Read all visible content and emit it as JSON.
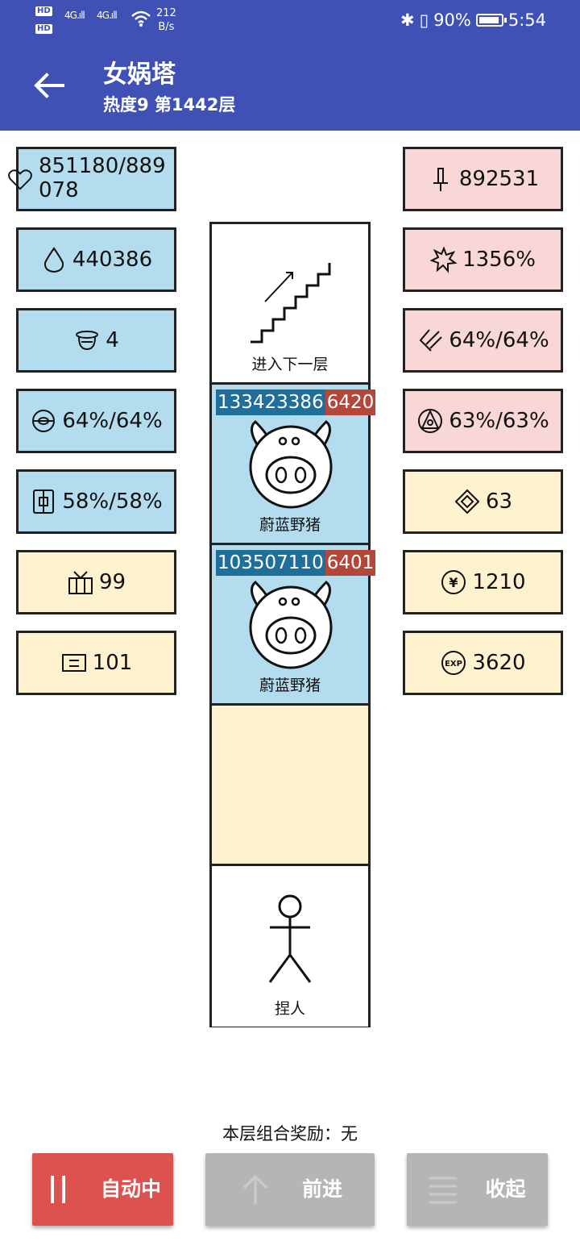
{
  "status_bar": {
    "hd1": "HD",
    "hd2": "HD",
    "sig1": "4G",
    "sig2": "4G",
    "net_speed": "212",
    "net_unit": "B/s",
    "battery": "90%",
    "time": "5:54"
  },
  "header": {
    "title": "女娲塔",
    "subtitle": "热度9 第1442层"
  },
  "left_stats": [
    {
      "icon": "heart-icon",
      "value": "851180/889078"
    },
    {
      "icon": "drop-icon",
      "value": "440386"
    },
    {
      "icon": "helmet-icon",
      "value": "4"
    },
    {
      "icon": "orb-icon",
      "value": "64%/64%"
    },
    {
      "icon": "shield-icon",
      "value": "58%/58%"
    },
    {
      "icon": "chest-icon",
      "value": "99"
    },
    {
      "icon": "scroll-icon",
      "value": "101"
    }
  ],
  "right_stats": [
    {
      "icon": "sword-icon",
      "value": "892531"
    },
    {
      "icon": "burst-icon",
      "value": "1356%"
    },
    {
      "icon": "slash-icon",
      "value": "64%/64%"
    },
    {
      "icon": "triangle-circle-icon",
      "value": "63%/63%"
    },
    {
      "icon": "diamond-icon",
      "value": "63"
    },
    {
      "icon": "coin-icon",
      "value": "1210"
    },
    {
      "icon": "exp-icon",
      "value": "3620"
    }
  ],
  "tower": {
    "stairs_label": "进入下一层",
    "enemy1": {
      "name": "蔚蓝野猪",
      "hp": "133423386",
      "atk": "6420"
    },
    "enemy2": {
      "name": "蔚蓝野猪",
      "hp": "103507110",
      "atk": "6401"
    },
    "player_label": "捏人"
  },
  "reward_text": "本层组合奖励：无",
  "buttons": {
    "auto": "自动中",
    "forward": "前进",
    "fold": "收起"
  },
  "colors": {
    "appbar": "#3f51b5",
    "blue_cell": "#b3ddef",
    "pink_cell": "#f8d7d6",
    "cream_cell": "#fff2cf",
    "auto_button": "#dc524f",
    "disabled_button": "#b5b5b5"
  }
}
